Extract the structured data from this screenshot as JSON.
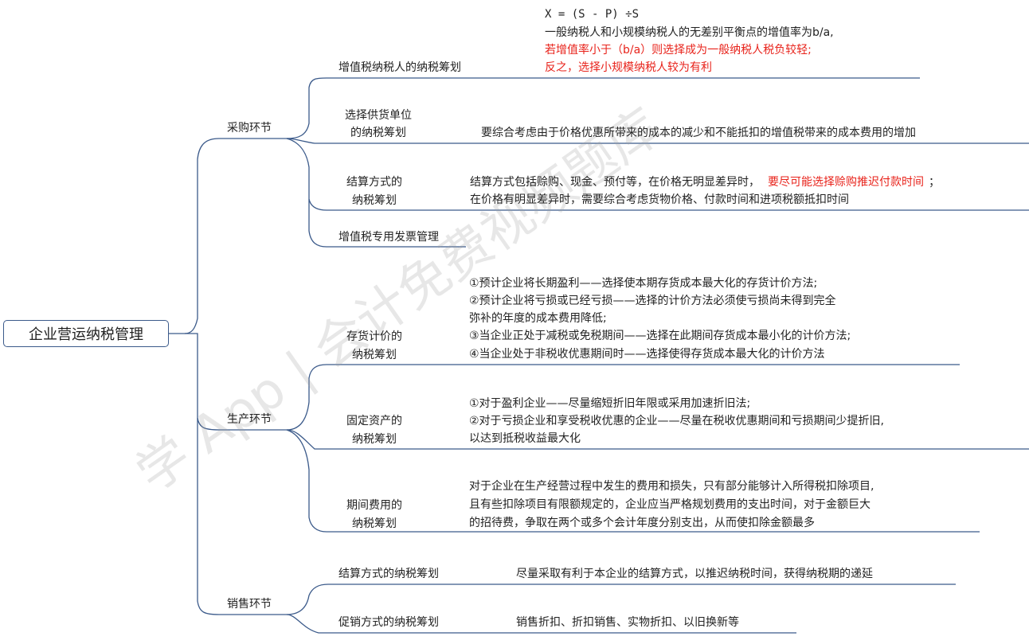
{
  "root": "企业营运纳税管理",
  "branches": {
    "purchase": {
      "label": "采购环节",
      "vat_taxpayer": {
        "label": "增值税纳税人的纳税筹划",
        "formula": "X = (S - P) ÷S",
        "line1": "一般纳税人和小规模纳税人的无差别平衡点的增值率为b/a,",
        "line2_red": "若增值率小于（b/a）则选择成为一般纳税人税负较轻;",
        "line3_red": "反之，选择小规模纳税人较为有利"
      },
      "supplier": {
        "label_line1": "选择供货单位",
        "label_line2": "的纳税筹划",
        "note": "要综合考虑由于价格优惠所带来的成本的减少和不能抵扣的增值税带来的成本费用的增加"
      },
      "settlement": {
        "label_line1": "结算方式的",
        "label_line2": "纳税筹划",
        "note_part1": "结算方式包括赊购、现金、预付等，在价格无明显差异时，",
        "note_red": "要尽可能选择赊购推迟付款时间",
        "note_part2": "；",
        "note_line2": "在价格有明显差异时，需要综合考虑货物价格、付款时间和进项税额抵扣时间"
      },
      "invoice": {
        "label": "增值税专用发票管理"
      }
    },
    "production": {
      "label": "生产环节",
      "inventory": {
        "label_line1": "存货计价的",
        "label_line2": "纳税筹划",
        "lines": [
          "①预计企业将长期盈利——选择使本期存货成本最大化的存货计价方法;",
          "②预计企业将亏损或已经亏损——选择的计价方法必须使亏损尚未得到完全",
          "弥补的年度的成本费用降低;",
          "③当企业正处于减税或免税期间——选择在此期间存货成本最小化的计价方法;",
          "④当企业处于非税收优惠期间时——选择使得存货成本最大化的计价方法"
        ]
      },
      "fixed_assets": {
        "label_line1": "固定资产的",
        "label_line2": "纳税筹划",
        "lines": [
          "①对于盈利企业——尽量缩短折旧年限或采用加速折旧法;",
          "②对于亏损企业和享受税收优惠的企业——尽量在税收优惠期间和亏损期间少提折旧,",
          "以达到抵税收益最大化"
        ]
      },
      "period_expense": {
        "label_line1": "期间费用的",
        "label_line2": "纳税筹划",
        "lines": [
          "对于企业在生产经营过程中发生的费用和损失，只有部分能够计入所得税扣除项目,",
          "且有些扣除项目有限额规定的，企业应当严格规划费用的支出时间，对于金额巨大",
          "的招待费，争取在两个或多个会计年度分别支出，从而使扣除金额最多"
        ]
      }
    },
    "sales": {
      "label": "销售环节",
      "settlement": {
        "label": "结算方式的纳税筹划",
        "note": "尽量采取有利于本企业的结算方式，以推迟纳税时间，获得纳税期的递延"
      },
      "promotion": {
        "label": "促销方式的纳税筹划",
        "note": "销售折扣、折扣销售、实物折扣、以旧换新等"
      }
    }
  },
  "watermark": "学 App | 会计免费视频题库",
  "colors": {
    "line": "#3b5a8a",
    "highlight": "#e8231b"
  }
}
